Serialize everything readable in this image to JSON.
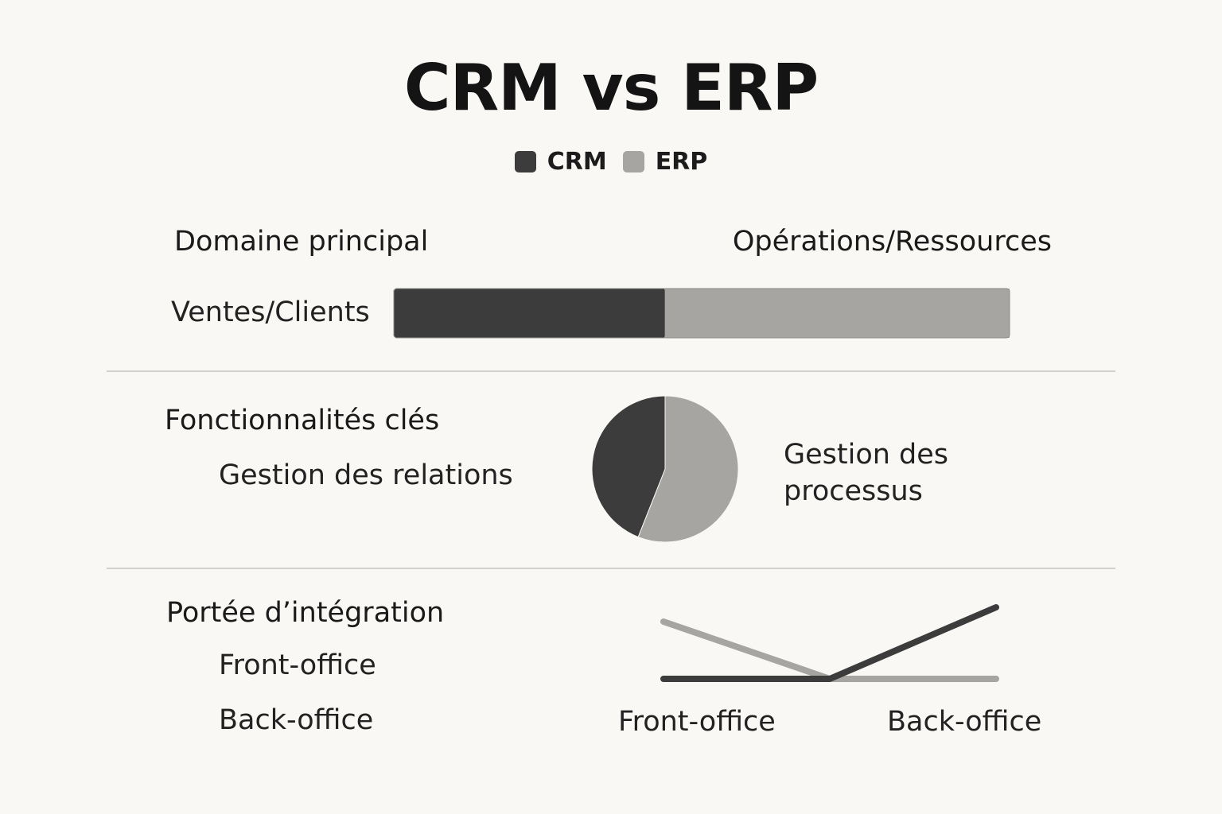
{
  "title": "CRM vs ERP",
  "colors": {
    "crm": "#3c3c3c",
    "erp": "#a6a5a1",
    "background": "#faf8f4"
  },
  "legend": [
    {
      "name": "CRM",
      "color": "#3c3c3c"
    },
    {
      "name": "ERP",
      "color": "#a6a5a1"
    }
  ],
  "sections": {
    "domain": {
      "heading": "Domaine principal",
      "crm_label": "Ventes/Clients",
      "erp_label": "Opérations/Ressources"
    },
    "features": {
      "heading": "Fonctionnalités clés",
      "crm_label": "Gestion des relations",
      "erp_label_line1": "Gestion des",
      "erp_label_line2": "processus"
    },
    "integration": {
      "heading": "Portée d’intégration",
      "item1": "Front-office",
      "item2": "Back-office",
      "x_labels": [
        "Front-office",
        "Back-office"
      ]
    }
  },
  "chart_data": [
    {
      "type": "bar",
      "orientation": "horizontal-stacked",
      "series": [
        {
          "name": "CRM",
          "values": [
            44
          ]
        },
        {
          "name": "ERP",
          "values": [
            56
          ]
        }
      ]
    },
    {
      "type": "pie",
      "series": [
        {
          "name": "CRM",
          "values": [
            44
          ]
        },
        {
          "name": "ERP",
          "values": [
            56
          ]
        }
      ]
    },
    {
      "type": "line",
      "x": [
        0,
        1,
        2
      ],
      "x_tick_labels": [
        "Front-office",
        "Back-office"
      ],
      "ylim": [
        0,
        1
      ],
      "series": [
        {
          "name": "CRM",
          "values": [
            0.0,
            0.0,
            1.0
          ]
        },
        {
          "name": "ERP",
          "values": [
            0.8,
            0.0,
            0.0
          ]
        }
      ]
    }
  ]
}
